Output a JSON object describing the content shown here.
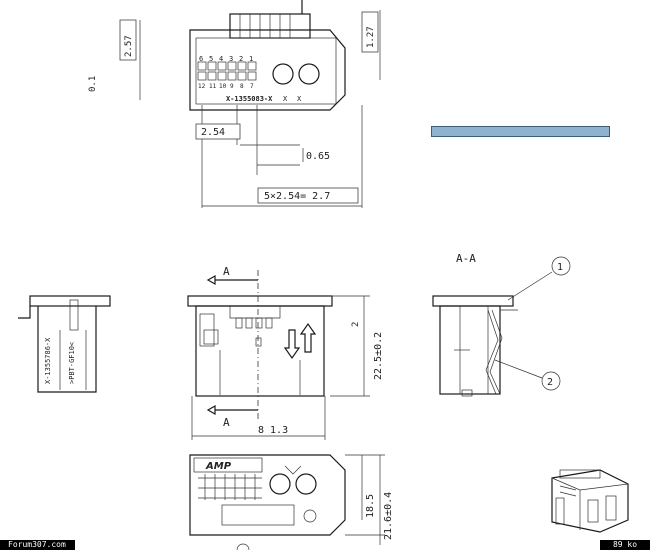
{
  "dims": {
    "top_height": "2.57",
    "top_offset": "0.1",
    "right_height": "1.27",
    "pitch": "2.54",
    "gap": "0.65",
    "pitch_total": "5×2.54= 2.7",
    "width": "8 1.3",
    "height_side": "22.5±0.2",
    "small_dim": "2",
    "bottom_h1": "18.5",
    "bottom_h2": "21.6±0.4"
  },
  "part_number": "X-1355083-X",
  "side_marks": [
    "X-1355786-X",
    ">PBT-GF10<"
  ],
  "section_label": "A",
  "section_title": "A-A",
  "callouts": [
    "1",
    "2"
  ],
  "pin_numbers_top": [
    "6",
    "5",
    "4",
    "3",
    "2",
    "1"
  ],
  "pin_numbers_bottom": [
    "12",
    "11",
    "10",
    "9",
    "8",
    "7"
  ],
  "brand": "AMP",
  "footer": {
    "left": "Forum307.com",
    "right": "89 ko"
  },
  "colors": {
    "highlight_bar": "#8fb3cf"
  }
}
